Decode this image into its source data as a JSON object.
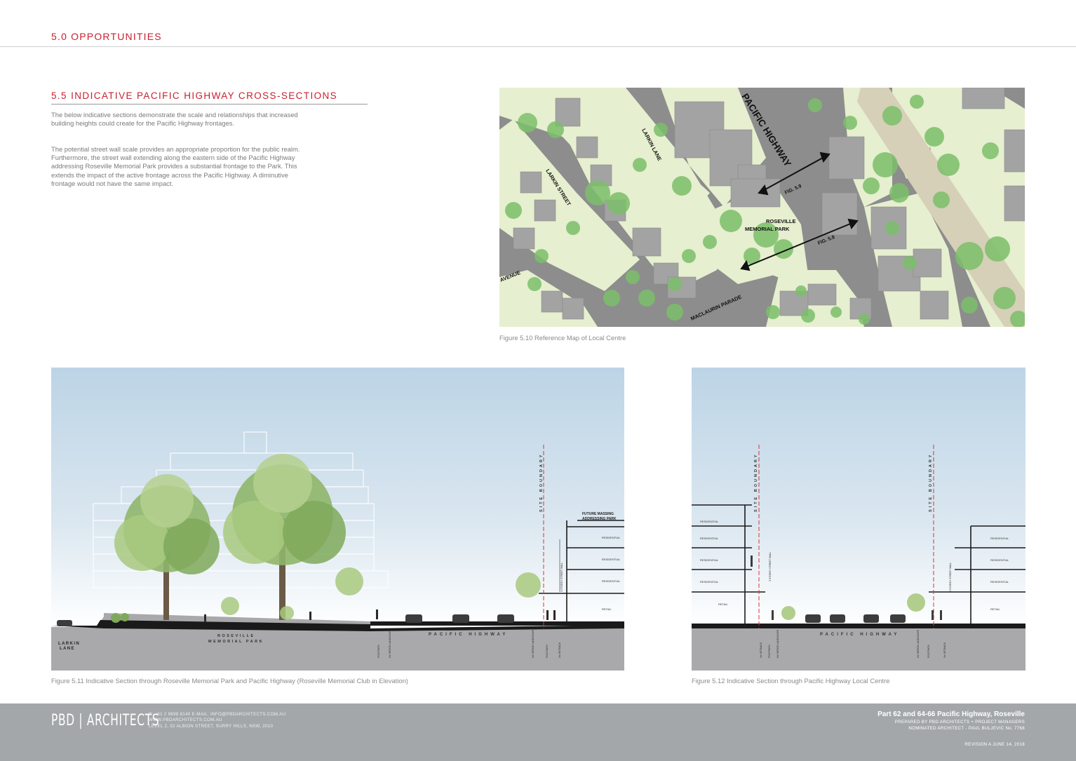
{
  "header": {
    "title": "5.0 OPPORTUNITIES"
  },
  "section": {
    "title": "5.5 INDICATIVE PACIFIC HIGHWAY CROSS-SECTIONS",
    "para1": "The below indicative sections demonstrate the scale and relationships that increased building heights could create for the Pacific Highway frontages.",
    "para2": "The potential street wall scale provides an appropriate proportion for the public realm. Furthermore, the street wall extending along the eastern side of the Pacific Highway addressing Roseville Memorial Park provides a substantial frontage to the Park. This extends the impact of the active frontage across the Pacific Highway. A diminutive frontage would not have the same impact."
  },
  "map": {
    "caption": "Figure 5.10 Reference Map of Local Centre",
    "labels": {
      "pacific_highway": "PACIFIC HIGHWAY",
      "larkin_lane": "LARKIN LANE",
      "larkin_street": "LARKIN STREET",
      "avenue": "AVENUE",
      "maclaurin": "MACLAURIN PARADE",
      "park_line1": "ROSEVILLE",
      "park_line2": "MEMORIAL PARK",
      "fig59": "FIG. 5.9",
      "fig58": "FIG. 5.8"
    },
    "colors": {
      "road": "#8d8d8d",
      "block": "#e6efcf",
      "building": "#a3a3a3",
      "tree": "#7cbf6a",
      "rail": "#d6d0b8"
    }
  },
  "section1": {
    "caption": "Figure 5.11 Indicative Section through Roseville Memorial Park and Pacific Highway (Roseville Memorial Club in Elevation)",
    "labels": {
      "larkin": "LARKIN",
      "lane": "LANE",
      "park1": "ROSEVILLE",
      "park2": "MEMORIAL PARK",
      "highway": "PACIFIC HIGHWAY",
      "site_boundary": "SITE BOUNDARY",
      "future1": "FUTURE MASSING",
      "future2": "ADDRESSING PARK",
      "residential": "RESIDENTIAL",
      "retail": "RETAIL",
      "footpath": "FOOTPATH",
      "landscape": "NV VERGE LANDSCAPE",
      "setback": "3m SETBACK",
      "street_wall": "3 STOREY STREET WALL"
    }
  },
  "section2": {
    "caption": "Figure 5.12 Indicative Section through Pacific Highway Local Centre",
    "labels": {
      "highway": "PACIFIC HIGHWAY",
      "site_boundary": "SITE BOUNDARY",
      "residential": "RESIDENTIAL",
      "retail": "RETAIL",
      "footpath": "FOOTPATH",
      "landscape": "NV VERGE LANDSCAPE",
      "setback": "3m SETBACK",
      "street_wall": "3 STOREY STREET WALL"
    }
  },
  "footer": {
    "logo": "PBD | ARCHITECTS",
    "contact1": "P: +61 2 9698 8140    E-MAIL: INFO@PBDARCHITECTS.COM.AU",
    "contact2": "WWW.PBDARCHITECTS.COM.AU",
    "contact3": "LEVEL 2, 52 ALBION STREET, SURRY HILLS, NSW, 2010",
    "project": "Part 62 and 64-66 Pacific Highway, Roseville",
    "prepared": "PREPARED BY PBD ARCHITECTS + PROJECT MANAGERS",
    "nominated": "NOMINATED ARCHITECT - PAUL BULJEVIC   No. 7768",
    "revision": "REVISION A     JUNE 14, 2018"
  }
}
